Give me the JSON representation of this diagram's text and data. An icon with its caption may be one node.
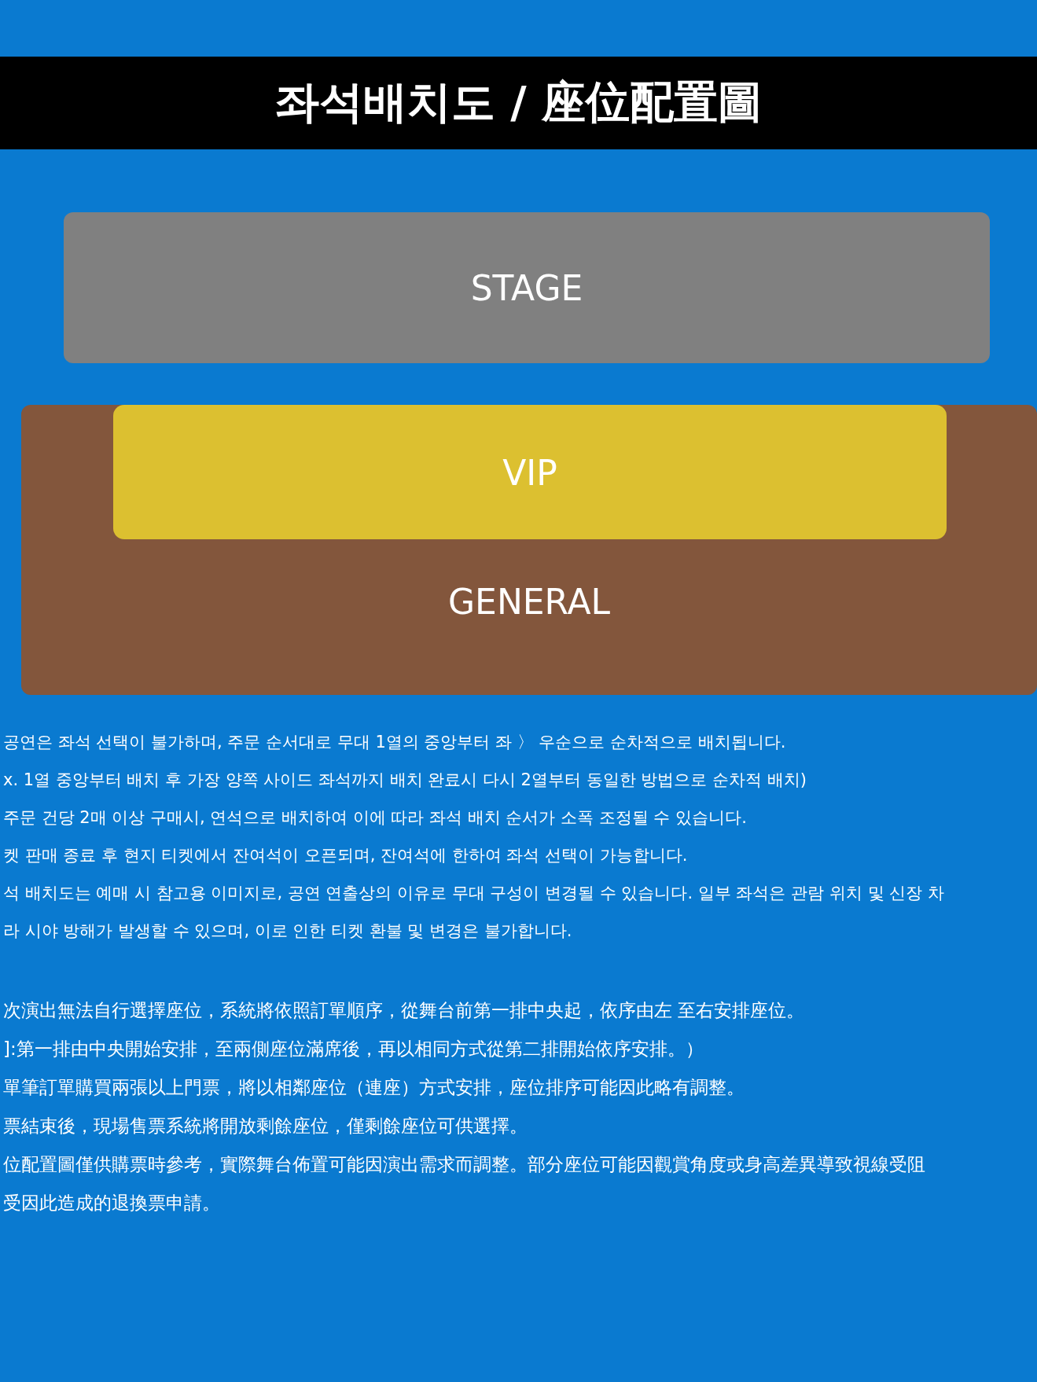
{
  "diagram": {
    "title": "좌석배치도 / 座位配置圖",
    "nodes": [
      {
        "text": [
          "STAGE"
        ]
      },
      {
        "text": [
          "GENERAL"
        ]
      },
      {
        "text": [
          "VIP"
        ],
        "in": 1
      }
    ],
    "labels": [
      "공연은 좌석 선택이 불가하며, 주문 순서대로 무대 1열의 중앙부터 좌 〉 우순으로 순차적으로 배치됩니다.",
      "x. 1열 중앙부터 배치 후 가장 양쪽 사이드 좌석까지 배치 완료시 다시 2열부터 동일한 방법으로 순차적 배치)",
      "주문 건당 2매 이상 구매시, 연석으로 배치하여 이에 따라 좌석 배치 순서가 소폭 조정될 수 있습니다.",
      "켓 판매 종료 후 현지 티켓에서 잔여석이 오픈되며, 잔여석에 한하여 좌석 선택이 가능합니다.",
      "석 배치도는 예매 시 참고용 이미지로, 공연 연출상의 이유로 무대 구성이 변경될 수 있습니다. 일부 좌석은 관람 위치 및 신장 차",
      "라 시야 방해가 발생할 수 있으며, 이로 인한 티켓 환불 및 변경은 불가합니다.",
      "次演出無法自行選擇座位，系統將依照訂單順序，從舞台前第一排中央起，依序由左 至右安排座位。",
      "]:第一排由中央開始安排，至兩側座位滿席後，再以相同方式從第二排開始依序安排。）",
      "單筆訂單購買兩張以上門票，將以相鄰座位（連座）方式安排，座位排序可能因此略有調整。",
      "票結束後，現場售票系統將開放剩餘座位，僅剩餘座位可供選擇。",
      "位配置圖僅供購票時參考，實際舞台佈置可能因演出需求而調整。部分座位可能因觀賞角度或身高差異導致視線受阻",
      "受因此造成的退換票申請。"
    ]
  }
}
